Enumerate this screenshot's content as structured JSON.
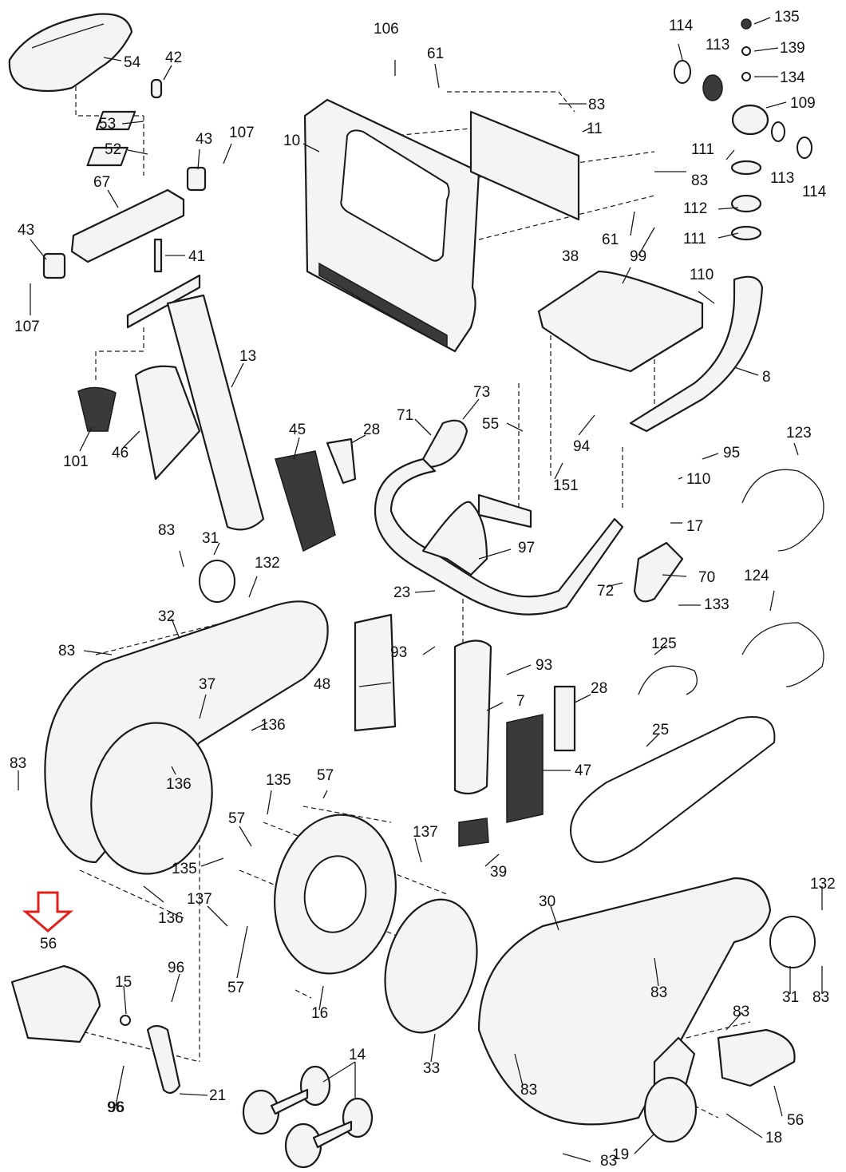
{
  "labels": [
    "54",
    "42",
    "53",
    "52",
    "43",
    "107",
    "67",
    "43",
    "107",
    "41",
    "13",
    "101",
    "46",
    "45",
    "28",
    "106",
    "61",
    "10",
    "11",
    "83",
    "83",
    "61",
    "99",
    "114",
    "113",
    "135",
    "139",
    "134",
    "109",
    "111",
    "113",
    "114",
    "112",
    "111",
    "38",
    "110",
    "8",
    "73",
    "71",
    "55",
    "94",
    "151",
    "95",
    "110",
    "17",
    "123",
    "83",
    "31",
    "132",
    "32",
    "83",
    "37",
    "136",
    "136",
    "83",
    "136",
    "97",
    "23",
    "72",
    "70",
    "133",
    "124",
    "48",
    "93",
    "93",
    "7",
    "28",
    "47",
    "125",
    "25",
    "57",
    "135",
    "57",
    "135",
    "137",
    "39",
    "137",
    "57",
    "16",
    "33",
    "30",
    "132",
    "83",
    "31",
    "83",
    "83",
    "83",
    "56",
    "18",
    "83",
    "19",
    "96",
    "15",
    "56",
    "96",
    "21",
    "14"
  ],
  "highlight": {
    "label": "56",
    "color": "#e0201a"
  },
  "colors": {
    "line": "#1a1a1a",
    "fill": "#f4f4f4",
    "dark": "#3a3a3a"
  }
}
